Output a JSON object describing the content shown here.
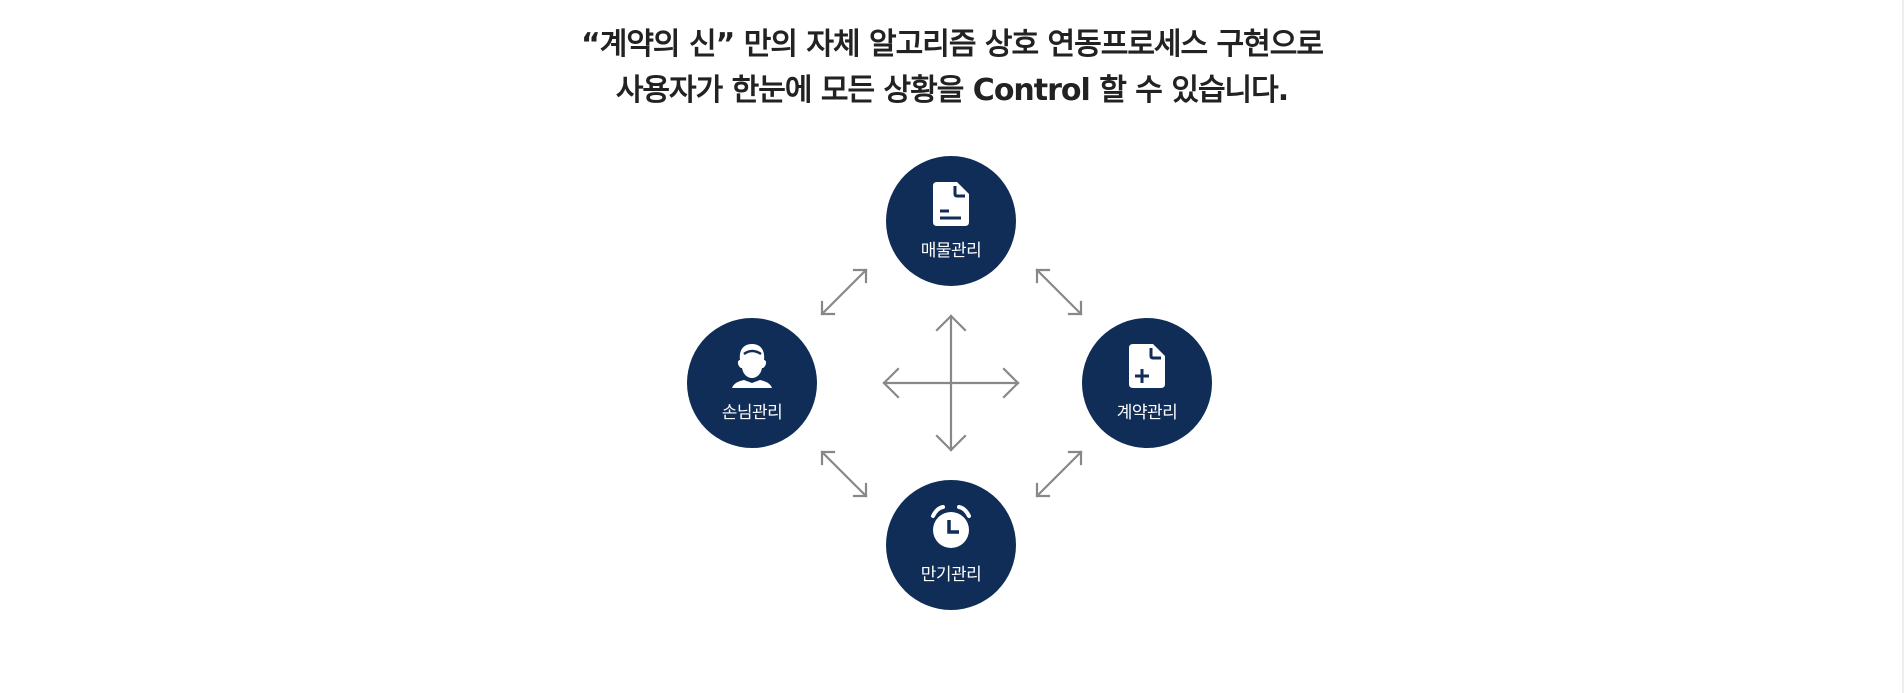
{
  "headline": {
    "line1": "“계약의 신” 만의 자체 알고리즘 상호 연동프로세스 구현으로",
    "line2": "사용자가 한눈에 모든 상황을 Control 할 수 있습니다."
  },
  "nodes": [
    {
      "id": "top",
      "label": "매물관리",
      "icon": "document-icon"
    },
    {
      "id": "left",
      "label": "손님관리",
      "icon": "person-icon"
    },
    {
      "id": "right",
      "label": "계약관리",
      "icon": "document-add-icon"
    },
    {
      "id": "bottom",
      "label": "만기관리",
      "icon": "alarm-clock-icon"
    }
  ],
  "colors": {
    "node_fill": "#0f2d56",
    "arrow": "#888888",
    "headline": "#222222"
  }
}
